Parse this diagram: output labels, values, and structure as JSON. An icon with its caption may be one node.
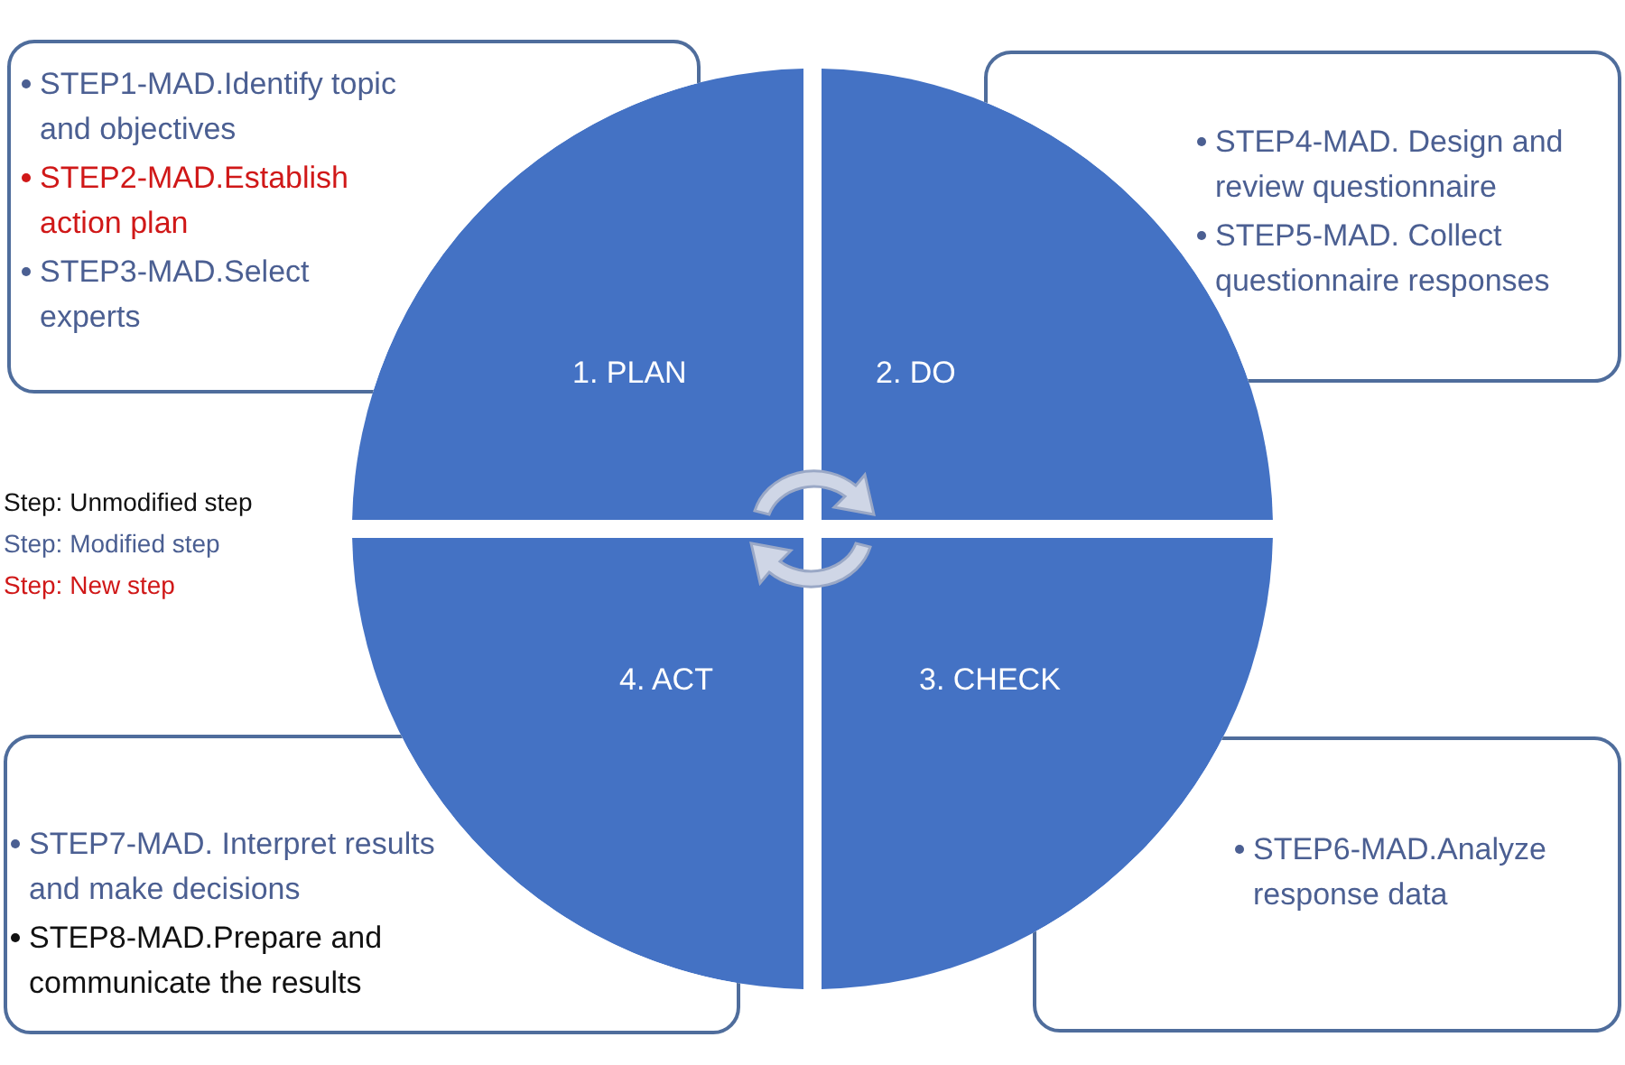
{
  "diagram": {
    "nodes": [
      {
        "text": [
          "STEP1-MAD.Identify topic and objectives",
          "STEP2-MAD.Establish action plan",
          "STEP3-MAD.Select experts"
        ]
      },
      {
        "text": [
          "1. PLAN"
        ]
      },
      {
        "text": [
          "2. DO"
        ]
      },
      {
        "text": [
          "STEP4-MAD. Design and review questionnaire",
          "STEP5-MAD. Collect questionnaire responses"
        ]
      },
      {
        "text": [
          "4. ACT"
        ]
      },
      {
        "text": [
          "3. CHECK"
        ]
      },
      {
        "text": [
          "STEP7-MAD. Interpret results and make decisions",
          "STEP8-MAD.Prepare and communicate the results"
        ]
      },
      {
        "text": [
          "STEP6-MAD.Analyze response data"
        ]
      }
    ],
    "edges": [],
    "labels": [
      "Step: Unmodified step",
      "Step: Modified step",
      "Step: New step"
    ]
  }
}
